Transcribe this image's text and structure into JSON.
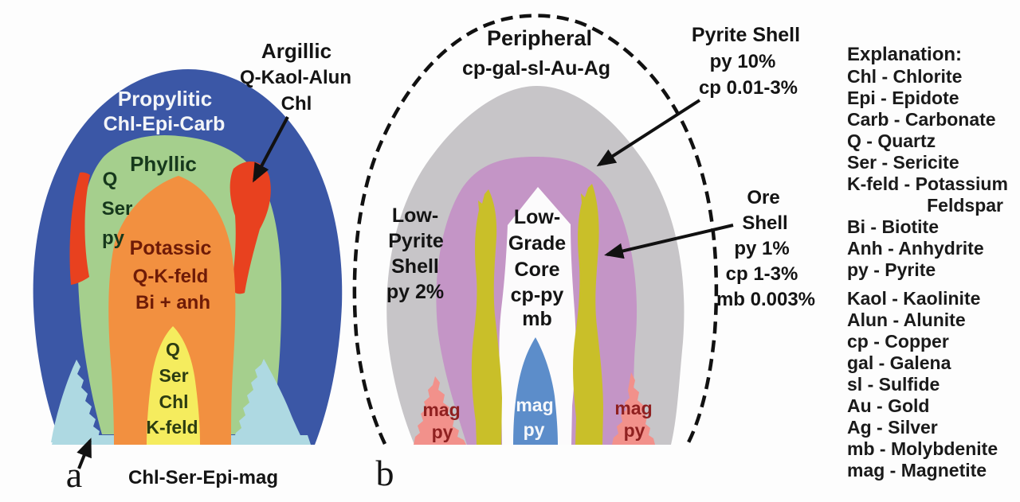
{
  "figure": {
    "panel_a": {
      "panel_label": "a",
      "propylitic_1": "Propylitic",
      "propylitic_2": "Chl-Epi-Carb",
      "phyllic": "Phyllic",
      "phyllic_m1": "Q",
      "phyllic_m2": "Ser",
      "phyllic_m3": "py",
      "argillic_1": "Argillic",
      "argillic_2": "Q-Kaol-Alun",
      "argillic_3": "Chl",
      "potassic_1": "Potassic",
      "potassic_2": "Q-K-feld",
      "potassic_3": "Bi + anh",
      "core_1": "Q",
      "core_2": "Ser",
      "core_3": "Chl",
      "core_4": "K-feld",
      "bottom_label": "Chl-Ser-Epi-mag"
    },
    "panel_b": {
      "panel_label": "b",
      "peripheral_1": "Peripheral",
      "peripheral_2": "cp-gal-sl-Au-Ag",
      "low_pyrite_1": "Low-",
      "low_pyrite_2": "Pyrite",
      "low_pyrite_3": "Shell",
      "low_pyrite_4": "py 2%",
      "core_1": "Low-",
      "core_2": "Grade",
      "core_3": "Core",
      "core_4": "cp-py",
      "core_5": "mb",
      "pyrite_shell_1": "Pyrite Shell",
      "pyrite_shell_2": "py 10%",
      "pyrite_shell_3": "cp 0.01-3%",
      "ore_shell_1": "Ore",
      "ore_shell_2": "Shell",
      "ore_shell_3": "py 1%",
      "ore_shell_4": "cp 1-3%",
      "ore_shell_5": "mb 0.003%",
      "mag_center_1": "mag",
      "mag_center_2": "py",
      "mag_left_1": "mag",
      "mag_left_2": "py",
      "mag_right_1": "mag",
      "mag_right_2": "py"
    },
    "legend": {
      "title": "Explanation:",
      "items": [
        "Chl - Chlorite",
        "Epi - Epidote",
        "Carb - Carbonate",
        "Q - Quartz",
        "Ser - Sericite",
        "K-feld - Potassium",
        "Feldspar",
        "Bi - Biotite",
        "Anh - Anhydrite",
        "py - Pyrite",
        "Kaol - Kaolinite",
        "Alun - Alunite",
        "cp - Copper",
        "gal - Galena",
        "sl - Sulfide",
        "Au - Gold",
        "Ag - Silver",
        "mb - Molybdenite",
        "mag - Magnetite"
      ]
    },
    "colors": {
      "a_propylitic": "#3b57a6",
      "a_phyllic": "#a5cf8d",
      "a_argillic": "#e8411f",
      "a_potassic": "#f29040",
      "a_core": "#f5ec5e",
      "a_basement": "#aed9e2",
      "b_low_pyrite": "#c7c5c8",
      "b_pyrite_shell": "#c495c6",
      "b_ore_shell": "#c9bf29",
      "b_low_grade_core": "#fcfbfc",
      "b_mag_center": "#5c8dca",
      "b_mag_flank": "#f2918b"
    }
  }
}
